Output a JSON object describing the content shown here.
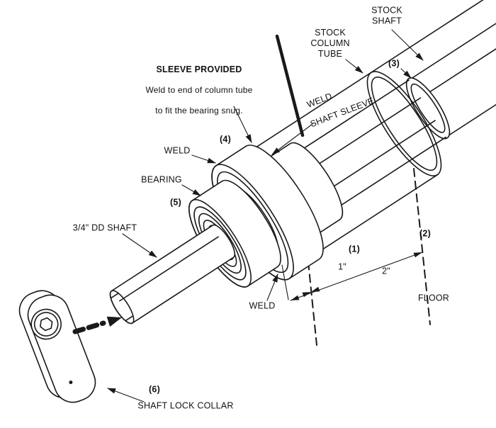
{
  "labels": {
    "stock_shaft": "STOCK\nSHAFT",
    "stock_column_tube": "STOCK\nCOLUMN\nTUBE",
    "sleeve_note_title": "SLEEVE PROVIDED",
    "sleeve_note_line1": "Weld to end of column tube",
    "sleeve_note_line2": "to fit the bearing snug.",
    "weld_upper": "WELD",
    "shaft_sleeve": "SHAFT SLEEVE",
    "weld_left": "WELD",
    "bearing": "BEARING",
    "dd_shaft": "3/4\" DD SHAFT",
    "weld_lower": "WELD",
    "floor": "FLOOR",
    "shaft_lock_collar": "SHAFT LOCK COLLAR"
  },
  "callouts": {
    "n1": "(1)",
    "n2": "(2)",
    "n3": "(3)",
    "n4": "(4)",
    "n5": "(5)",
    "n6": "(6)"
  },
  "dimensions": {
    "d1": "1\"",
    "d2": "2\""
  },
  "colors": {
    "line": "#1a1a1a",
    "background": "#ffffff"
  }
}
